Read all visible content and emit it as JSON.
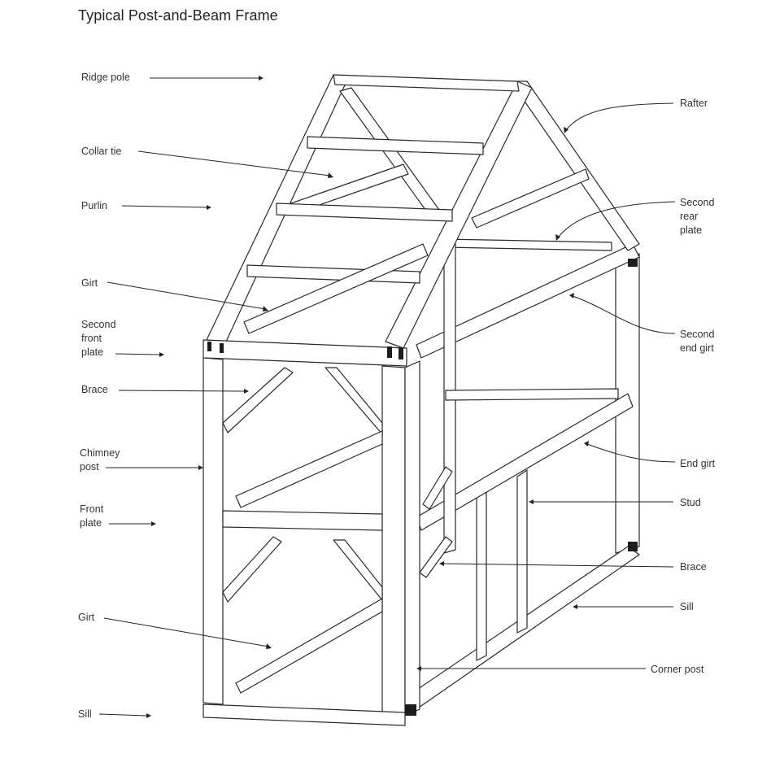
{
  "title": "Typical Post-and-Beam Frame",
  "labels": {
    "ridge_pole": "Ridge pole",
    "collar_tie": "Collar tie",
    "purlin": "Purlin",
    "girt_upper": "Girt",
    "second_front_plate": "Second\nfront\nplate",
    "brace_left": "Brace",
    "chimney_post": "Chimney\npost",
    "front_plate": "Front\nplate",
    "girt_lower": "Girt",
    "sill_left": "Sill",
    "rafter": "Rafter",
    "second_rear_plate": "Second\nrear\nplate",
    "second_end_girt": "Second\nend girt",
    "end_girt": "End girt",
    "stud": "Stud",
    "brace_right": "Brace",
    "sill_right": "Sill",
    "corner_post": "Corner post"
  }
}
